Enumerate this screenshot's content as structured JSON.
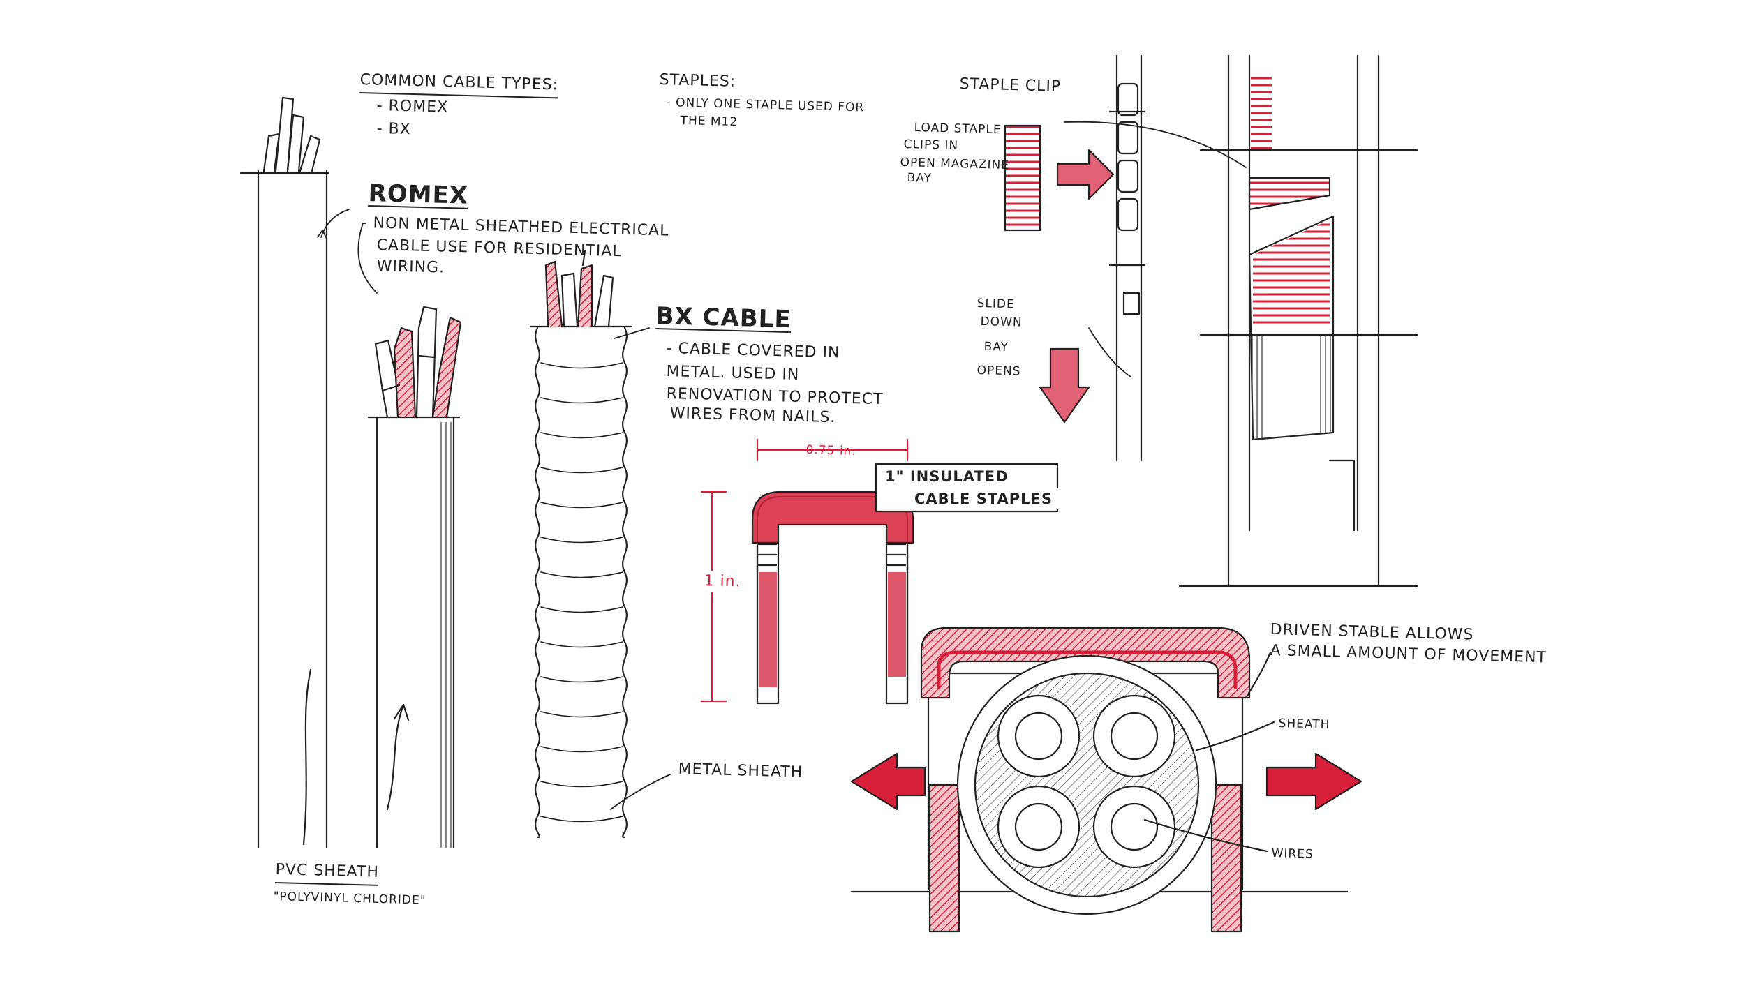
{
  "colors": {
    "ink": "#222222",
    "accent": "#d6203a",
    "paper": "#ffffff"
  },
  "texts": {
    "common_title": "COMMON CABLE TYPES:",
    "common_item_1": "- ROMEX",
    "common_item_2": "- BX",
    "staples_title": "STAPLES:",
    "staples_line_1": "- ONLY ONE STAPLE USED FOR",
    "staples_line_2": "THE M12",
    "staple_clip": "STAPLE CLIP",
    "load_1": "LOAD STAPLE",
    "load_2": "CLIPS IN",
    "load_3": "OPEN MAGAZINE",
    "load_4": "BAY",
    "slide_1": "SLIDE",
    "slide_2": "DOWN",
    "slide_3": "BAY",
    "slide_4": "OPENS",
    "romex_title": "ROMEX",
    "romex_desc_1": "- NON METAL SHEATHED ELECTRICAL",
    "romex_desc_2": "CABLE USE FOR RESIDENTIAL",
    "romex_desc_3": "WIRING.",
    "bx_title": "BX CABLE",
    "bx_desc_1": "- CABLE COVERED IN",
    "bx_desc_2": "METAL. USED IN",
    "bx_desc_3": "RENOVATION TO PROTECT",
    "bx_desc_4": "WIRES FROM NAILS.",
    "dim_width": "0.75 in.",
    "dim_height": "1 in.",
    "insulated_1": "1\"  INSULATED",
    "insulated_2": "CABLE STAPLES",
    "driven_1": "DRIVEN STABLE ALLOWS",
    "driven_2": "A SMALL AMOUNT OF MOVEMENT",
    "sheath": "SHEATH",
    "wires": "WIRES",
    "metal_sheath": "METAL SHEATH",
    "pvc_sheath": "PVC SHEATH",
    "pvc_sub": "\"POLYVINYL CHLORIDE\""
  }
}
